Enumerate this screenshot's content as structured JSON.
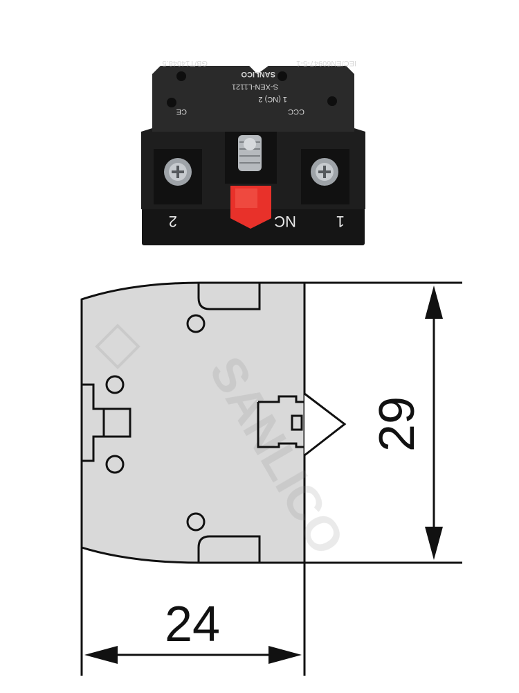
{
  "product_photo": {
    "terminal_labels": [
      "2",
      "NC",
      "1"
    ],
    "printed_model": "S-XEN-L1121",
    "printed_brand": "SANLICO",
    "printed_contact": "1 (NC) 2",
    "printed_standard_left": "GB/T14048.5",
    "printed_standard_right": "IEC/EN60947-5-1",
    "ce_mark": "CE",
    "ccc_mark": "CCC",
    "colors": {
      "housing": "#1b1b1b",
      "plunger": "#e8312a",
      "screw": "#b8bcc0"
    }
  },
  "dimension_drawing": {
    "width_label": "24",
    "height_label": "29",
    "watermark": "SANLICO",
    "colors": {
      "body_fill": "#d9d9d9",
      "line": "#111111"
    }
  }
}
